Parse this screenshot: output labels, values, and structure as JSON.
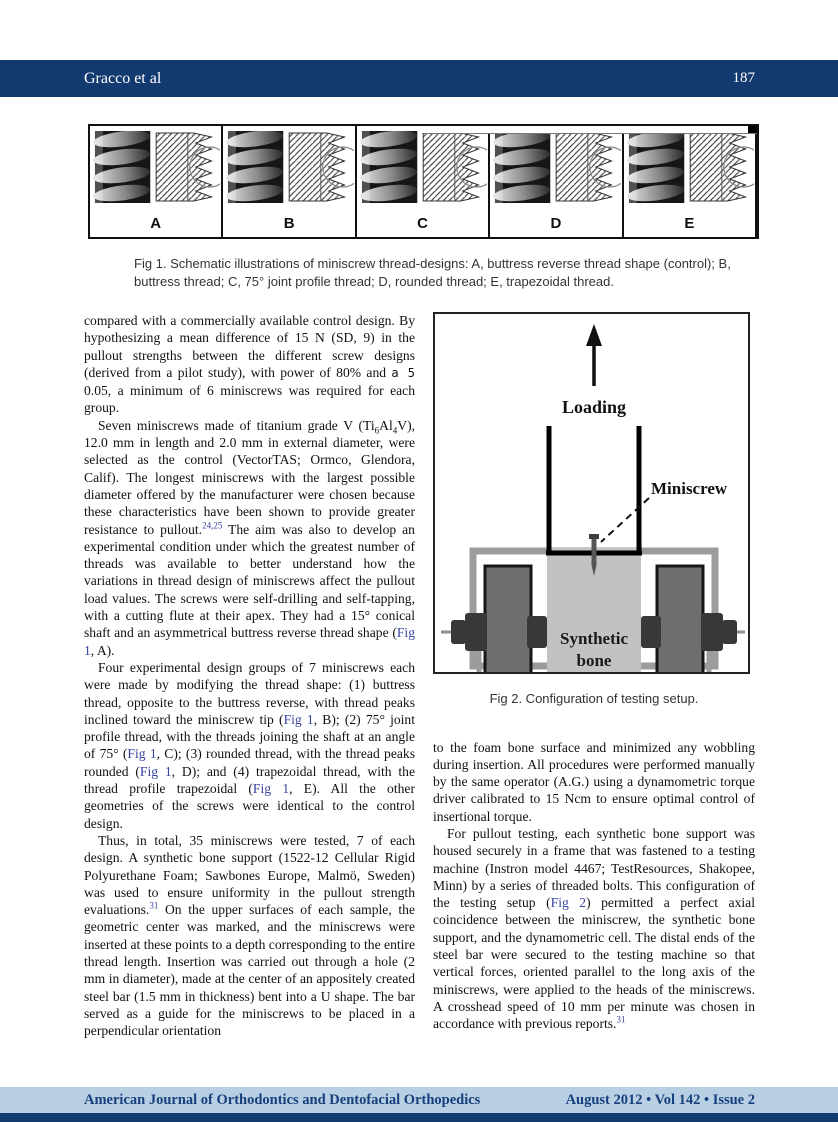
{
  "page": {
    "running_head": "Gracco et al",
    "number": "187"
  },
  "figure1": {
    "panels": [
      {
        "label": "A"
      },
      {
        "label": "B"
      },
      {
        "label": "C"
      },
      {
        "label": "D"
      },
      {
        "label": "E"
      }
    ],
    "caption": "Fig 1.  Schematic illustrations of miniscrew thread-designs: A, buttress reverse thread shape (control); B, buttress thread; C, 75° joint profile thread; D, rounded thread; E, trapezoidal thread."
  },
  "figure2": {
    "labels": {
      "loading": "Loading",
      "miniscrew": "Miniscrew",
      "bone_line1": "Synthetic",
      "bone_line2": "bone"
    },
    "caption": "Fig 2.  Configuration of testing setup."
  },
  "article": {
    "columns": {
      "left": [
        {
          "indent": false,
          "segments": [
            {
              "t": "compared with a commercially available control design. By hypothesizing a mean difference of 15 N (SD, 9) in the pullout strengths between the different screw designs (derived from a pilot study), with power of 80% and "
            },
            {
              "t": "a 5",
              "s": "mono"
            },
            {
              "t": " 0.05, a minimum of 6 miniscrews was required for each group."
            }
          ]
        },
        {
          "indent": true,
          "segments": [
            {
              "t": "Seven miniscrews made of titanium grade V (Ti"
            },
            {
              "t": "6",
              "s": "sub"
            },
            {
              "t": "Al"
            },
            {
              "t": "4",
              "s": "sub"
            },
            {
              "t": "V), 12.0 mm in length and 2.0 mm in external diameter, were selected as the control (VectorTAS; Ormco, Glendora, Calif). The longest miniscrews with the largest possible diameter offered by the manufacturer were chosen because these characteristics have been shown to provide greater resistance to pullout."
            },
            {
              "t": "24,25",
              "s": "suplink"
            },
            {
              "t": " The aim was also to develop an experimental condition under which the greatest number of threads was available to better understand how the variations in thread design of miniscrews affect the pullout load values. The screws were self-drilling and self-tapping, with a cutting flute at their apex. They had a 15° conical shaft and an asymmetrical buttress reverse thread shape ("
            },
            {
              "t": "Fig 1",
              "s": "link"
            },
            {
              "t": ", A)."
            }
          ]
        },
        {
          "indent": true,
          "segments": [
            {
              "t": "Four experimental design groups of 7 miniscrews each were made by modifying the thread shape: (1) buttress thread, opposite to the buttress reverse, with thread peaks inclined toward the miniscrew tip ("
            },
            {
              "t": "Fig 1",
              "s": "link"
            },
            {
              "t": ", B); (2) 75° joint profile thread, with the threads joining the shaft at an angle of 75° ("
            },
            {
              "t": "Fig 1",
              "s": "link"
            },
            {
              "t": ", C); (3) rounded thread, with the thread peaks rounded ("
            },
            {
              "t": "Fig 1",
              "s": "link"
            },
            {
              "t": ", D); and (4) trapezoidal thread, with the thread profile trapezoidal ("
            },
            {
              "t": "Fig 1",
              "s": "link"
            },
            {
              "t": ", E). All the other geometries of the screws were identical to the control design."
            }
          ]
        },
        {
          "indent": true,
          "segments": [
            {
              "t": "Thus, in total, 35 miniscrews were tested, 7 of each design. A synthetic bone support (1522-12 Cellular Rigid Polyurethane Foam; Sawbones Europe, Malmö, Sweden) was used to ensure uniformity in the pullout strength evaluations."
            },
            {
              "t": "31",
              "s": "suplink"
            },
            {
              "t": " On the upper surfaces of each sample, the geometric center was marked, and the miniscrews were inserted at these points to a depth corresponding to the entire thread length. Insertion was carried out through a hole (2 mm in diameter), made at the center of an appositely created steel bar (1.5 mm in thickness) bent into a U shape. The bar served as a guide for the miniscrews to be placed in a perpendicular orientation"
            }
          ]
        }
      ],
      "right": [
        {
          "indent": false,
          "segments": [
            {
              "t": "to the foam bone surface and minimized any wobbling during insertion. All procedures were performed manually by the same operator (A.G.) using a dynamometric torque driver calibrated to 15 Ncm to ensure optimal control of insertional torque."
            }
          ]
        },
        {
          "indent": true,
          "segments": [
            {
              "t": "For pullout testing, each synthetic bone support was housed securely in a frame that was fastened to a testing machine (Instron model 4467; TestResources, Shakopee, Minn) by a series of threaded bolts. This configuration of the testing setup ("
            },
            {
              "t": "Fig 2",
              "s": "link"
            },
            {
              "t": ") permitted a perfect axial coincidence between the miniscrew, the synthetic bone support, and the dynamometric cell. The distal ends of the steel bar were secured to the testing machine so that vertical forces, oriented parallel to the long axis of the miniscrews, were applied to the heads of the miniscrews. A crosshead speed of 10 mm per minute was chosen in accordance with previous reports."
            },
            {
              "t": "31",
              "s": "suplink"
            }
          ]
        }
      ]
    }
  },
  "footer": {
    "journal": "American Journal of Orthodontics and Dentofacial Orthopedics",
    "issue": "August 2012 • Vol 142 • Issue 2"
  },
  "colors": {
    "header_bg": "#123a70",
    "footer_bg": "#b9cfe4",
    "link": "#3743a0"
  }
}
